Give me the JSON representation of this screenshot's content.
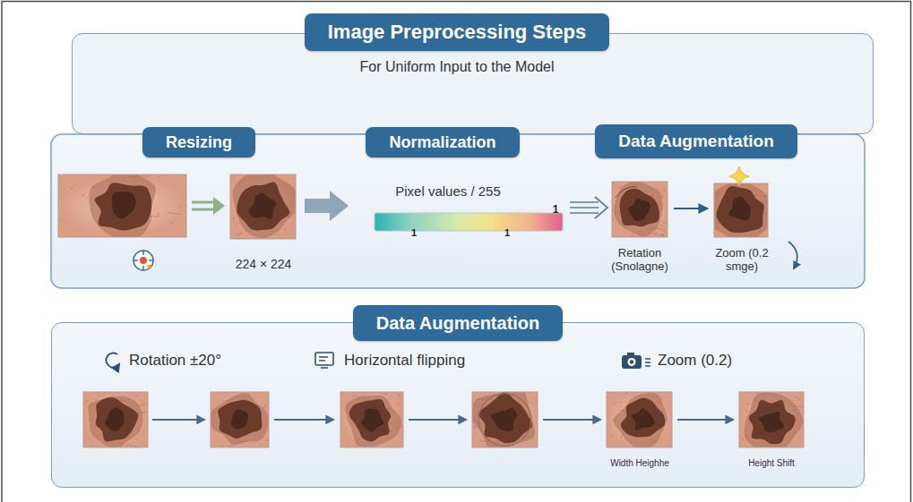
{
  "diagram": {
    "nodes": [
      {
        "text": [
          "Image Preprocessing Steps",
          "For Uniform Input to the Model"
        ]
      },
      {
        "text": [
          "Resizing"
        ]
      },
      {
        "text": [
          "Normalization"
        ]
      },
      {
        "text": [
          "Data Augmentation"
        ]
      },
      {
        "text": [
          "Data Augmentation"
        ]
      }
    ],
    "labels": [
      "224 × 224",
      "Pixel values / 255",
      "1",
      "1",
      "1",
      "Retation (Snolagne)",
      "Zoom (0.2 smge)",
      "Rotation ±20°",
      "Horizontal flipping",
      "Zoom (0.2)",
      "Width Heighhe",
      "Height Shift"
    ]
  }
}
